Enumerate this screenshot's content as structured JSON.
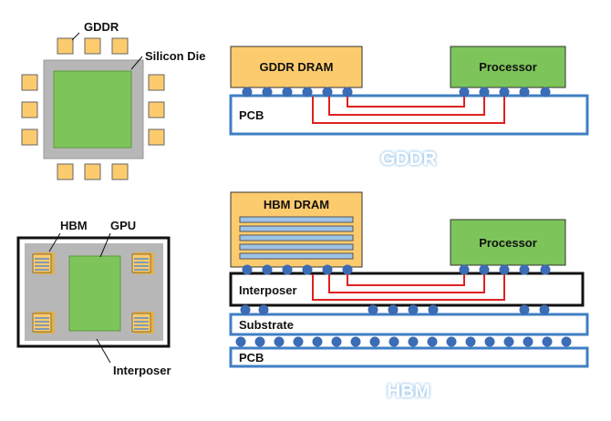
{
  "gddr_topview": {
    "gddr_label": "GDDR",
    "die_label": "Silicon Die"
  },
  "hbm_topview": {
    "hbm_label": "HBM",
    "gpu_label": "GPU",
    "interposer_label": "Interposer"
  },
  "gddr_crosssection": {
    "dram_label": "GDDR DRAM",
    "processor_label": "Processor",
    "pcb_label": "PCB",
    "caption": "GDDR"
  },
  "hbm_crosssection": {
    "dram_label": "HBM DRAM",
    "processor_label": "Processor",
    "interposer_label": "Interposer",
    "substrate_label": "Substrate",
    "pcb_label": "PCB",
    "caption": "HBM"
  },
  "colors": {
    "gold": "#FCCB6E",
    "green": "#7DC55A",
    "gray": "#B7B7B7",
    "blue_outline": "#3F7FC4",
    "bump": "#3B6CB5",
    "trace": "#E02020",
    "caption": "#9CC8EC"
  }
}
